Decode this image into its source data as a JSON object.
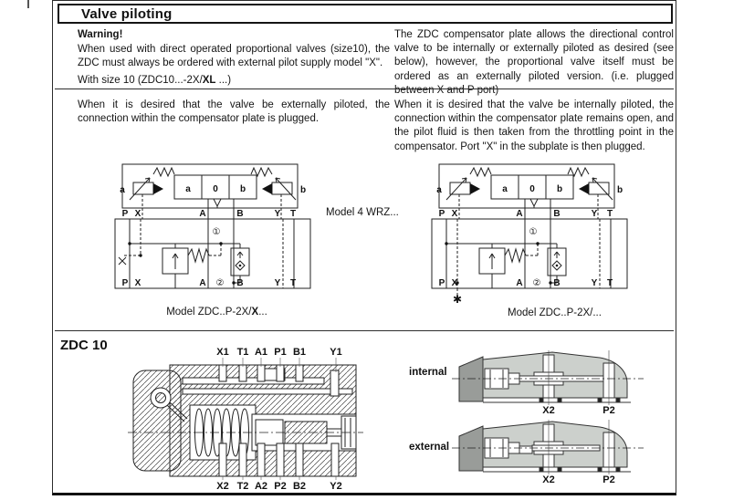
{
  "page_title": "Valve piloting",
  "warning": {
    "heading": "Warning!",
    "body": "When used with direct operated proportional valves (size10), the ZDC must always be ordered with external pilot supply model \"X\".",
    "size_note_pre": "With size 10 (ZDC10...-2X/",
    "size_note_bold": "XL",
    "size_note_post": " ...)"
  },
  "intro_right": "The ZDC compensator plate allows the directional control valve to be internally or externally piloted as desired (see below), however, the proportional valve itself must be ordered as an externally piloted version. (i.e. plugged between X and P port)",
  "col_external": "When it is desired that the valve be externally piloted, the connection within the compensator plate is plugged.",
  "col_internal": "When it is desired that the valve be internally piloted, the connection within the compensator plate remains open, and the pilot fluid is then taken from the throttling point in the compensator. Port \"X\" in the subplate is then plugged.",
  "center_model": "Model 4 WRZ...",
  "left_model": {
    "pre": "Model ZDC..P-2X/",
    "bold": "X",
    "post": "..."
  },
  "right_model": "Model ZDC..P-2X/...",
  "schematic": {
    "side_a": "a",
    "side_b": "b",
    "positions": [
      "a",
      "0",
      "b"
    ],
    "ports": [
      "P",
      "X",
      "A",
      "B",
      "Y",
      "T"
    ],
    "circle1": "①",
    "circle2": "②",
    "plug_star": "✱"
  },
  "zdc": {
    "heading": "ZDC 10",
    "ports_top": [
      "X1",
      "T1",
      "A1",
      "P1",
      "B1",
      "Y1"
    ],
    "ports_bottom": [
      "X2",
      "T2",
      "A2",
      "P2",
      "B2",
      "Y2"
    ]
  },
  "subplates": {
    "internal_label": "internal",
    "external_label": "external",
    "port_x": "X2",
    "port_p": "P2"
  },
  "colors": {
    "body_gray": "#ccd0cc",
    "dark_gray": "#999c99",
    "line": "#222222"
  }
}
